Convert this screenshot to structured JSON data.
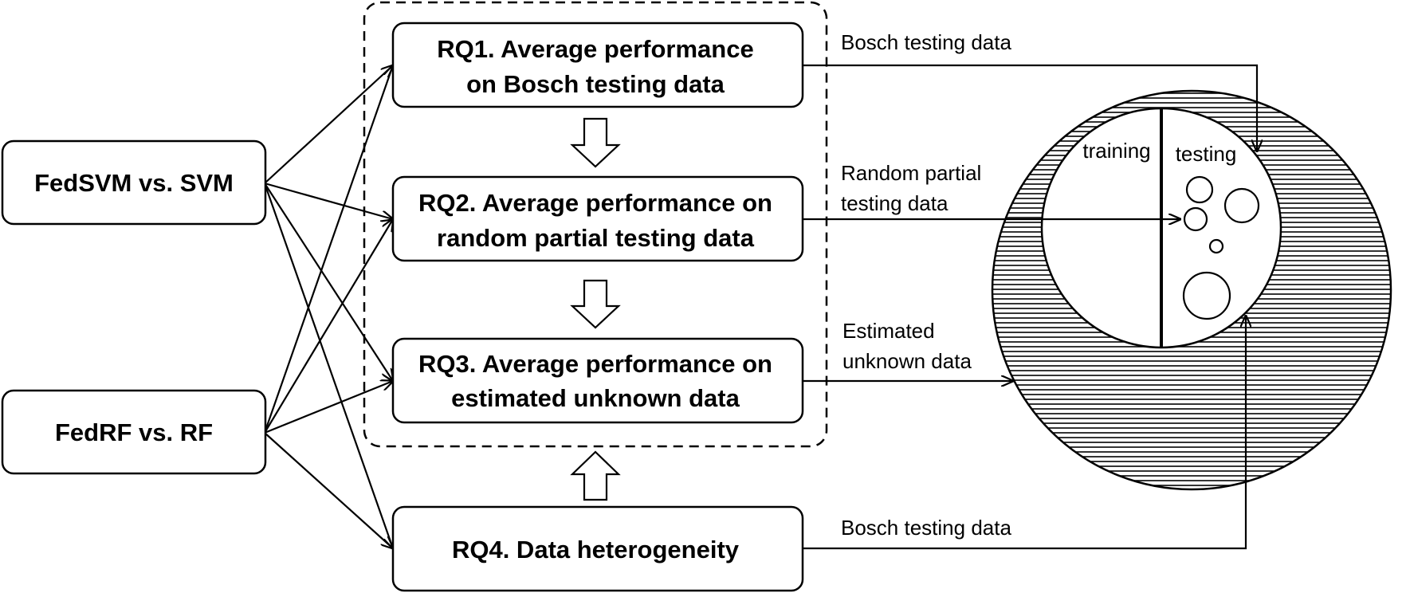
{
  "models": [
    {
      "id": "svm",
      "label": "FedSVM vs. SVM"
    },
    {
      "id": "rf",
      "label": "FedRF vs. RF"
    }
  ],
  "research_questions": [
    {
      "id": "rq1",
      "lines": [
        "RQ1. Average performance",
        "on Bosch testing data"
      ]
    },
    {
      "id": "rq2",
      "lines": [
        "RQ2. Average performance on",
        "random partial testing data"
      ]
    },
    {
      "id": "rq3",
      "lines": [
        "RQ3. Average performance on",
        "estimated unknown data"
      ]
    },
    {
      "id": "rq4",
      "lines": [
        "RQ4. Data heterogeneity"
      ]
    }
  ],
  "edge_labels": {
    "rq1": [
      "Bosch testing data"
    ],
    "rq2": [
      "Random partial",
      "testing data"
    ],
    "rq3": [
      "Estimated",
      "unknown data"
    ],
    "rq4": [
      "Bosch testing data"
    ]
  },
  "dataset": {
    "training_label": "training",
    "testing_label": "testing"
  }
}
